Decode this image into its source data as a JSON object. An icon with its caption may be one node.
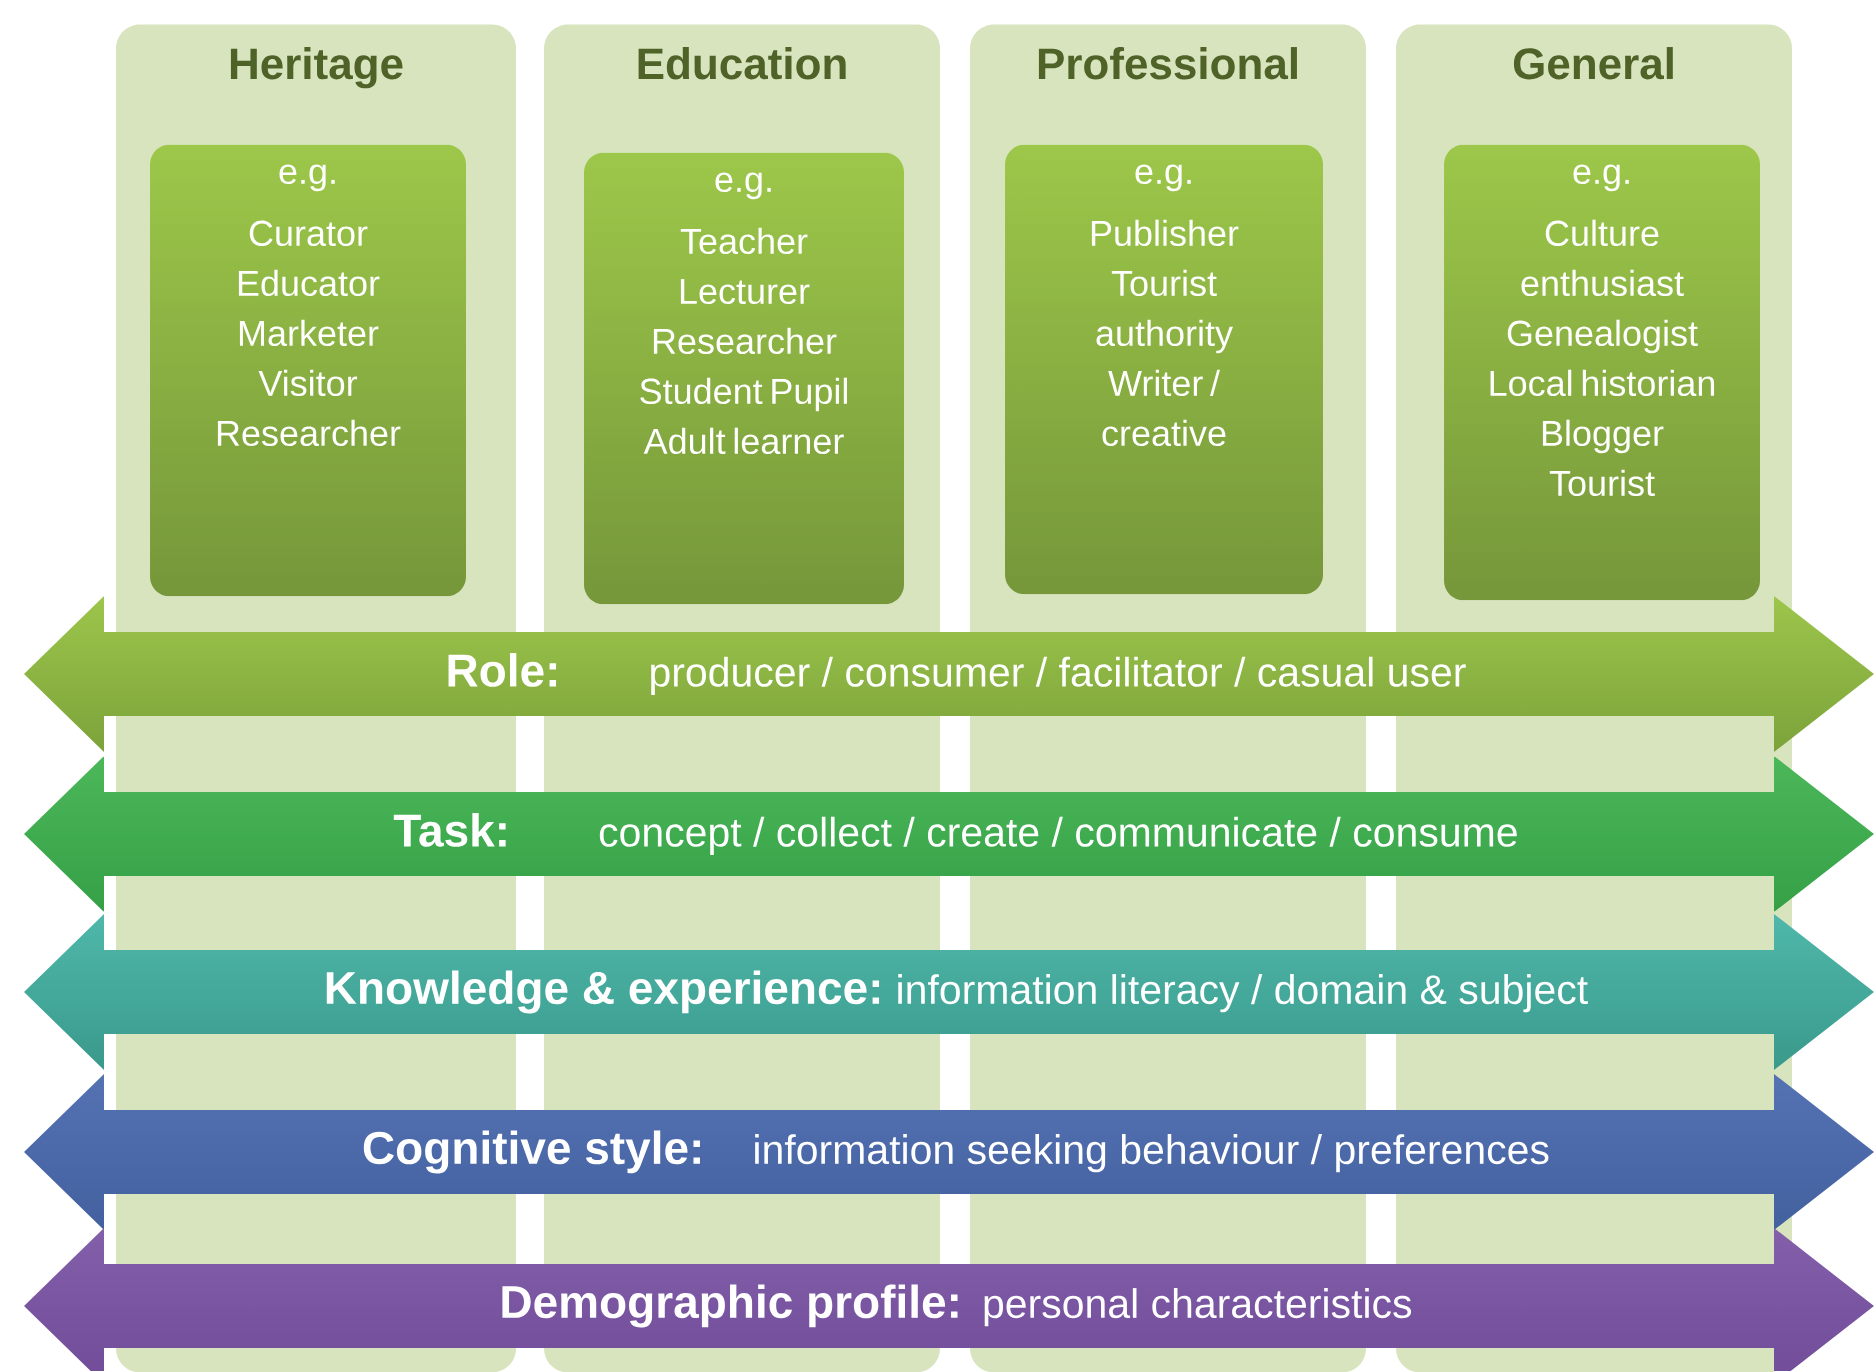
{
  "diagram": {
    "nodes": [
      {
        "text": [
          "Heritage"
        ]
      },
      {
        "text": [
          "Education"
        ]
      },
      {
        "text": [
          "Professional"
        ]
      },
      {
        "text": [
          "General"
        ]
      },
      {
        "text": [
          "e.g.",
          "Curator Educator Marketer Visitor Researcher"
        ],
        "in": 0
      },
      {
        "text": [
          "e.g.",
          "Teacher Lecturer Researcher Student Pupil Adult learner"
        ],
        "in": 1
      },
      {
        "text": [
          "e.g.",
          "Publisher Tourist authority Writer / creative"
        ],
        "in": 2
      },
      {
        "text": [
          "e.g.",
          "Culture enthusiast Genealogist Local historian Blogger Tourist"
        ],
        "in": 3
      },
      {
        "text": [
          "Role:",
          "producer / consumer / facilitator / casual user"
        ]
      },
      {
        "text": [
          "Task:",
          "concept / collect / create / communicate / consume"
        ]
      },
      {
        "text": [
          "Knowledge & experience:",
          "information literacy / domain & subject"
        ]
      },
      {
        "text": [
          "Cognitive style:",
          "information seeking behaviour / preferences"
        ]
      },
      {
        "text": [
          "Demographic profile:",
          "personal characteristics"
        ]
      }
    ]
  }
}
